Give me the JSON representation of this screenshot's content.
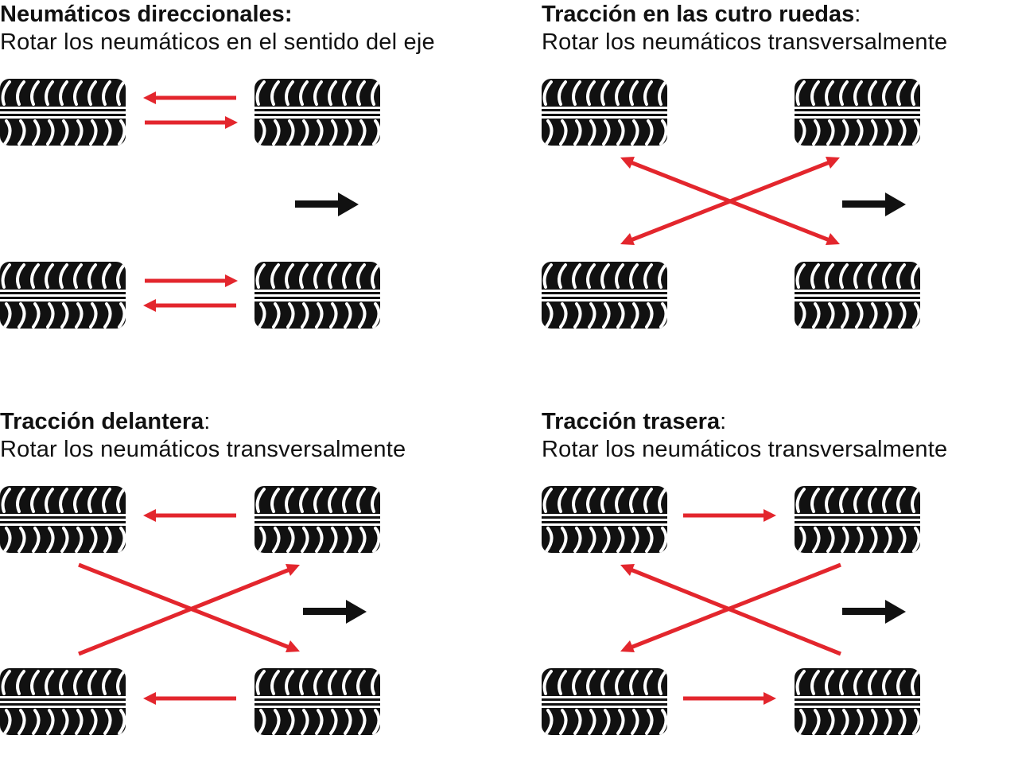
{
  "colors": {
    "arrow": "#e3262d",
    "tire": "#111111",
    "direction": "#111111",
    "background": "#ffffff"
  },
  "icons": {
    "tire": "tire-tread-icon",
    "direction": "direction-arrow-icon",
    "rotation": "rotation-arrow"
  },
  "panels": [
    {
      "title": "Neumáticos direccionales:",
      "title_suffix": "",
      "subtitle": "Rotar los neumáticos en el sentido del eje",
      "pattern": "front-rear-swap"
    },
    {
      "title": "Tracción en las cutro ruedas",
      "title_suffix": ":",
      "subtitle": "Rotar los neumáticos transversalmente",
      "pattern": "x-cross"
    },
    {
      "title": "Tracción delantera",
      "title_suffix": ":",
      "subtitle": "Rotar los neumáticos transversalmente",
      "pattern": "front-wheel-drive"
    },
    {
      "title": "Tracción trasera",
      "title_suffix": ":",
      "subtitle": "Rotar los neumáticos transversalmente",
      "pattern": "rear-wheel-drive"
    }
  ]
}
